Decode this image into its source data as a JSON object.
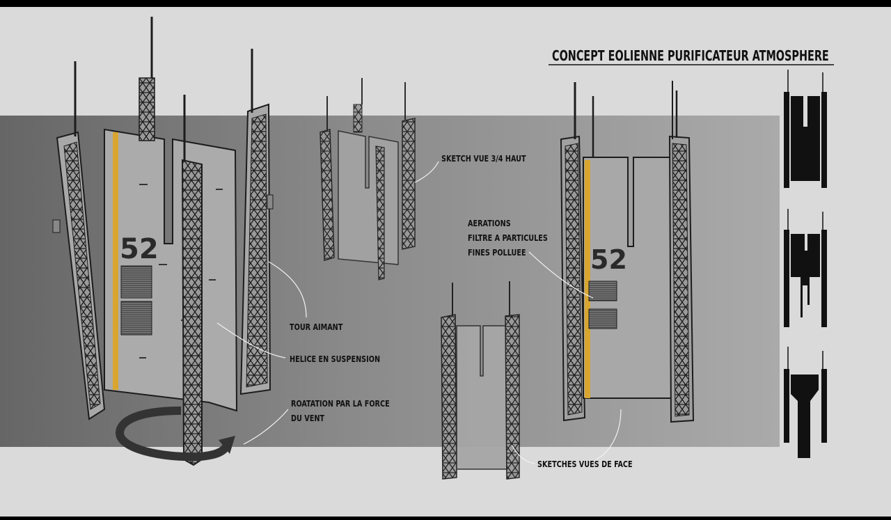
{
  "title": "CONCEPT EOLIENNE PURIFICATEUR ATMOSPHERE",
  "panel_number": "52",
  "labels": {
    "sketch_top": "SKETCH VUE 3/4 HAUT",
    "aerations_1": "AERATIONS",
    "aerations_2": "FILTRE A PARTICULES",
    "aerations_3": "FINES POLLUEE",
    "tour": "TOUR AIMANT",
    "helice": "HELICE EN SUSPENSION",
    "rotation_1": "ROATATION PAR LA FORCE",
    "rotation_2": "DU VENT",
    "sketches_face": "SKETCHES VUES DE FACE"
  },
  "colors": {
    "background_light": "#dadada",
    "band_dark": "#6e6e6e",
    "panel_gray": "#a9a9a9",
    "stripe_yellow": "#d8a630",
    "ink": "#1c1c1c"
  }
}
